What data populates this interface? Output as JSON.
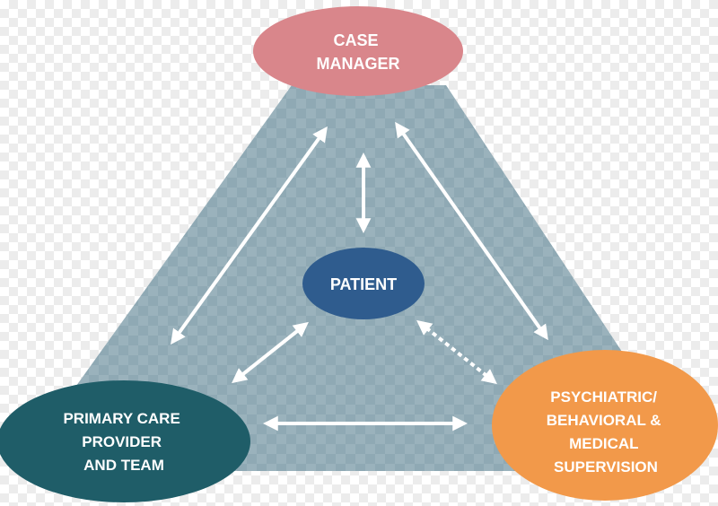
{
  "nodes": {
    "case_manager": {
      "lines": [
        "CASE",
        "MANAGER"
      ],
      "fill": "#d9868b"
    },
    "patient": {
      "lines": [
        "PATIENT"
      ],
      "fill": "#2f5c8e"
    },
    "primary_care": {
      "lines": [
        "PRIMARY CARE",
        "PROVIDER",
        "AND TEAM"
      ],
      "fill": "#1f5d68"
    },
    "psychiatric": {
      "lines": [
        "PSYCHIATRIC/",
        "BEHAVIORAL &",
        "MEDICAL",
        "SUPERVISION"
      ],
      "fill": "#f2994a"
    }
  },
  "colors": {
    "triangle": "#8fa9b4",
    "arrow": "#ffffff",
    "label": "#ffffff"
  }
}
